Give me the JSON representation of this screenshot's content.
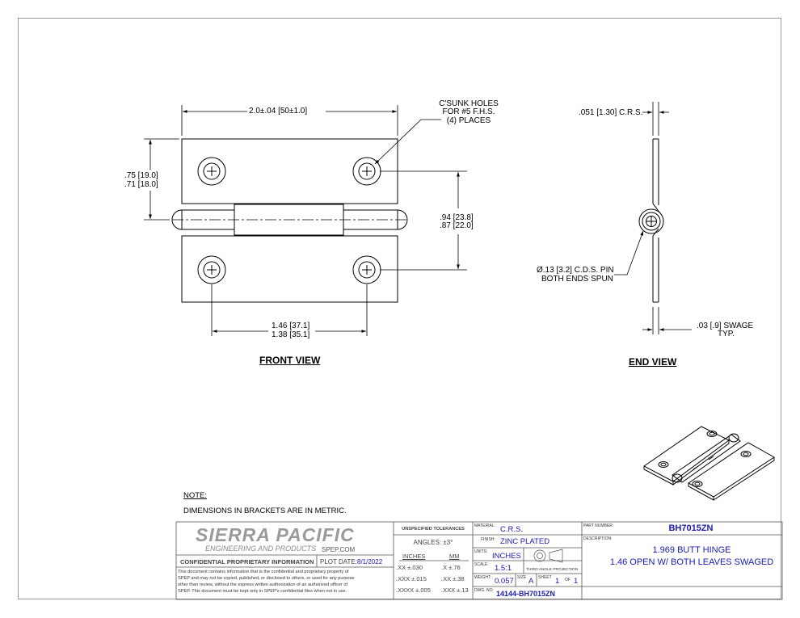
{
  "front_view": {
    "title": "FRONT VIEW",
    "dim_width": "2.0±.04 [50±1.0]",
    "dim_leaf_max": ".75 [19.0]",
    "dim_leaf_min": ".71 [18.0]",
    "dim_holes_v_max": ".94 [23.8]",
    "dim_holes_v_min": ".87 [22.0]",
    "dim_holes_h_max": "1.46 [37.1]",
    "dim_holes_h_min": "1.38 [35.1]",
    "callout_line1": "C'SUNK HOLES",
    "callout_line2": "FOR #5 F.H.S.",
    "callout_line3": "(4) PLACES"
  },
  "end_view": {
    "title": "END VIEW",
    "dim_thickness": ".051 [1.30] C.R.S.",
    "pin_line1": "Ø.13 [3.2] C.D.S. PIN",
    "pin_line2": "BOTH ENDS SPUN",
    "swage_line1": ".03 [.9] SWAGE",
    "swage_line2": "TYP."
  },
  "notes": {
    "heading": "NOTE:",
    "line1": "DIMENSIONS IN BRACKETS ARE IN METRIC."
  },
  "title_block": {
    "company": "SIERRA PACIFIC",
    "company_sub": "ENGINEERING AND PRODUCTS",
    "website": "SPEP.COM",
    "confidential_heading": "CONFIDENTIAL PROPRIETARY INFORMATION",
    "plot_date_label": "PLOT DATE:",
    "plot_date": "8/1/2022",
    "confidential_text1": "This document contains information that is the confidential and proprietary property of",
    "confidential_text2": "SPEP and may not be copied, published, or disclosed to others, or used for any purpose",
    "confidential_text3": "other than review, without the express written authorization of an authorized officer of",
    "confidential_text4": "SPEP. This document must be kept only in SPEP's confidential files when not in use.",
    "tol_heading": "UNSPECIFIED TOLERANCES",
    "angles": "ANGLES: ±3°",
    "inches_label": "INCHES",
    "mm_label": "MM",
    "tol_in": [
      ".XX  ±.030",
      ".XXX  ±.015",
      ".XXXX ±.005"
    ],
    "tol_mm": [
      ".X   ±.76",
      ".XX  ±.38",
      ".XXX ±.13"
    ],
    "material_label": "MATERIAL:",
    "material": "C.R.S.",
    "finish_label": "FINISH:",
    "finish": "ZINC PLATED",
    "units_label": "UNITS:",
    "units": "INCHES",
    "scale_label": "SCALE:",
    "scale": "1.5:1",
    "projection_label": "THIRD ANGLE PROJECTION",
    "weight_label": "WEIGHT:",
    "weight": "0.057",
    "size_label": "SIZE",
    "size": "A",
    "sheet_label": "SHEET",
    "sheet": "1",
    "of_label": "OF",
    "sheet_total": "1",
    "dwg_label": "DWG. NO:",
    "dwg_no": "14144-BH7015ZN",
    "part_number_label": "PART NUMBER:",
    "part_number": "BH7015ZN",
    "description_label": "DESCRIPTION:",
    "description_line1": "1.969 BUTT HINGE",
    "description_line2": "1.46 OPEN W/ BOTH LEAVES SWAGED"
  }
}
